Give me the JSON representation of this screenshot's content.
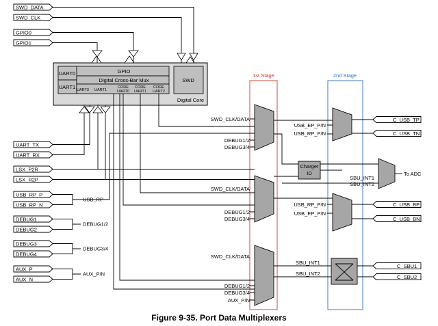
{
  "caption": "Figure 9-35. Port Data Multiplexers",
  "stages": {
    "first": "1st Stage",
    "second": "2nd Stage"
  },
  "stage_colors": {
    "first": "#c0392b",
    "second": "#2e6fb5"
  },
  "digital_core": {
    "title": "Digital Core",
    "gpio": "GPIO",
    "crossbar": "Digital Cross-Bar Mux",
    "uart0": "UART0",
    "uart1": "UART1",
    "swd": "SWD",
    "sub_uart0": "UART0",
    "sub_uart1": "UART1",
    "core_uart0_a": "CORE",
    "core_uart0_b": "UART0",
    "core_uart1_a": "CORE",
    "core_uart1_b": "UART1",
    "core_uart2_a": "CORE",
    "core_uart2_b": "UART2"
  },
  "pins_left": {
    "swd_data": "SWD_DATA",
    "swd_clk": "SWD_CLK",
    "gpio0": "GPIO0",
    "gpio1": "GPIO1",
    "uart_tx": "UART_TX",
    "uart_rx": "UART_RX",
    "lsx_p2r": "LSX_P2R",
    "lsx_r2p": "LSX_R2P",
    "usb_rp_p": "USB_RP_P",
    "usb_rp_n": "USB_RP_N",
    "debug1": "DEBUG1",
    "debug2": "DEBUG2",
    "debug3": "DEBUG3",
    "debug4": "DEBUG4",
    "aux_p": "AUX_P",
    "aux_n": "AUX_N"
  },
  "group_labels": {
    "usb_rp": "USB_RP",
    "debug12": "DEBUG1/2",
    "debug34": "DEBUG3/4",
    "aux": "AUX_P/N"
  },
  "mux1_inputs": {
    "swd": "SWD_CLK/DATA",
    "d12": "DEBUG1/2",
    "d34": "DEBUG3/4"
  },
  "mux2_inputs": {
    "swd": "SWD_CLK/DATA",
    "d12": "DEBUG1/2",
    "d34": "DEBUG3/4"
  },
  "mux3_inputs": {
    "swd": "SWD_CLK/DATA",
    "d12": "DEBUG1/2",
    "d34": "DEBUG3/4",
    "aux": "AUX_P/N"
  },
  "second_stage_labels": {
    "ep_pn_a": "USB_EP_P/N",
    "rp_pn_a": "USB_RP_P/N",
    "rp_pn_b": "USB_RP_P/N",
    "ep_pn_b": "USB_EP_P/N",
    "sbu_int1_a": "SBU_INT1",
    "sbu_int2_a": "SBU_INT2",
    "sbu_int1_b": "SBU_INT1",
    "sbu_int2_b": "SBU_INT2"
  },
  "charger": {
    "line1": "Charger",
    "line2": "ID"
  },
  "to_adc": "To ADC",
  "pins_right": {
    "c_usb_tp": "C_USB_TP",
    "c_usb_tn": "C_USB_TN",
    "c_usb_bp": "C_USB_BP",
    "c_usb_bn": "C_USB_BN",
    "c_sbu1": "C_SBU1",
    "c_sbu2": "C_SBU2"
  }
}
